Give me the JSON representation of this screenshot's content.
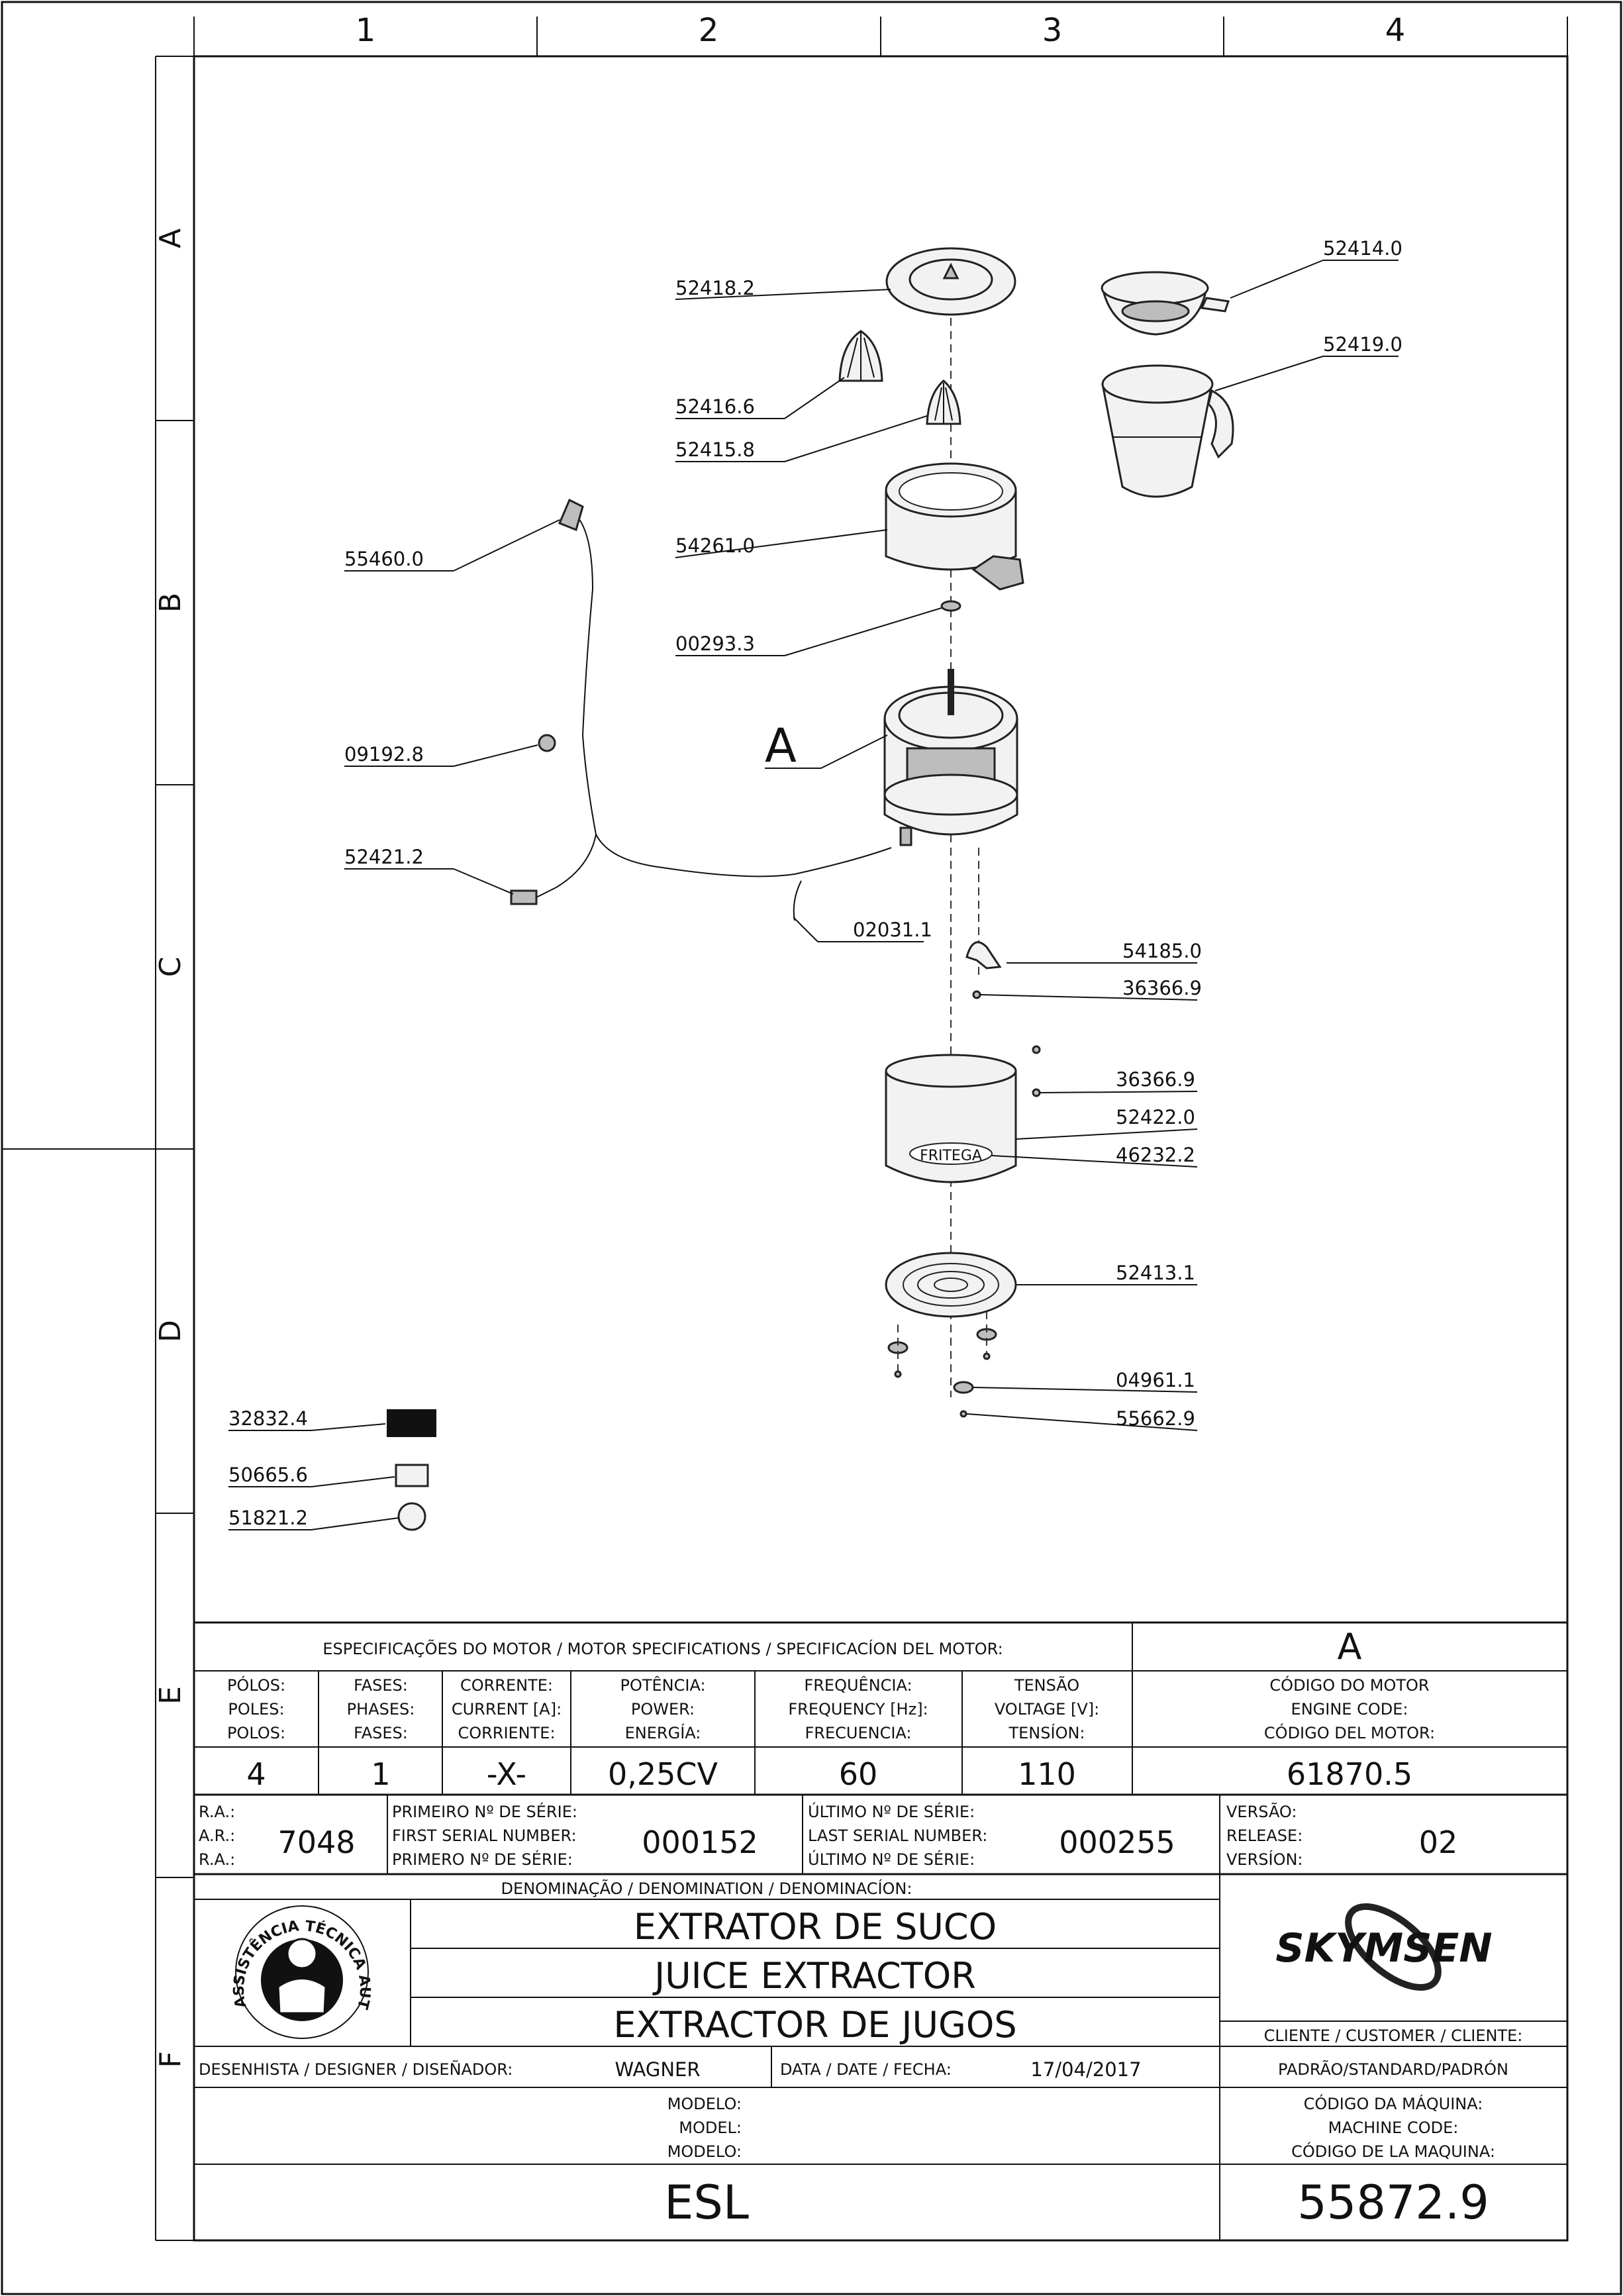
{
  "grid": {
    "columns": [
      "1",
      "2",
      "3",
      "4"
    ],
    "rows": [
      "A",
      "B",
      "C",
      "D",
      "E",
      "F"
    ]
  },
  "parts": [
    {
      "key": "p52418_2",
      "label": "52418.2"
    },
    {
      "key": "p52416_6",
      "label": "52416.6"
    },
    {
      "key": "p52415_8",
      "label": "52415.8"
    },
    {
      "key": "p54261_0",
      "label": "54261.0"
    },
    {
      "key": "p00293_3",
      "label": "00293.3"
    },
    {
      "key": "pA",
      "label": "A"
    },
    {
      "key": "p52414_0",
      "label": "52414.0"
    },
    {
      "key": "p52419_0",
      "label": "52419.0"
    },
    {
      "key": "p55460_0",
      "label": "55460.0"
    },
    {
      "key": "p09192_8",
      "label": "09192.8"
    },
    {
      "key": "p52421_2",
      "label": "52421.2"
    },
    {
      "key": "p02031_1",
      "label": "02031.1"
    },
    {
      "key": "p54185_0",
      "label": "54185.0"
    },
    {
      "key": "p36366_9a",
      "label": "36366.9"
    },
    {
      "key": "p36366_9b",
      "label": "36366.9"
    },
    {
      "key": "p52422_0",
      "label": "52422.0"
    },
    {
      "key": "p46232_2",
      "label": "46232.2"
    },
    {
      "key": "p52413_1",
      "label": "52413.1"
    },
    {
      "key": "p04961_1",
      "label": "04961.1"
    },
    {
      "key": "p55662_9",
      "label": "55662.9"
    },
    {
      "key": "p32832_4",
      "label": "32832.4"
    },
    {
      "key": "p50665_6",
      "label": "50665.6"
    },
    {
      "key": "p51821_2",
      "label": "51821.2"
    }
  ],
  "housing_brand": "FRITEGA",
  "motor": {
    "title": "ESPECIFICAÇÕES DO MOTOR / MOTOR SPECIFICATIONS / SPECIFICACÍON DEL MOTOR:",
    "code_letter": "A",
    "cols": [
      {
        "h1": "PÓLOS:",
        "h2": "POLES:",
        "h3": "POLOS:",
        "value": "4"
      },
      {
        "h1": "FASES:",
        "h2": "PHASES:",
        "h3": "FASES:",
        "value": "1"
      },
      {
        "h1": "CORRENTE:",
        "h2": "CURRENT [A]:",
        "h3": "CORRIENTE:",
        "value": "-X-"
      },
      {
        "h1": "POTÊNCIA:",
        "h2": "POWER:",
        "h3": "ENERGÍA:",
        "value": "0,25CV"
      },
      {
        "h1": "FREQUÊNCIA:",
        "h2": "FREQUENCY [Hz]:",
        "h3": "FRECUENCIA:",
        "value": "60"
      },
      {
        "h1": "TENSÃO",
        "h2": "VOLTAGE [V]:",
        "h3": "TENSÍON:",
        "value": "110"
      },
      {
        "h1": "CÓDIGO DO MOTOR",
        "h2": "ENGINE CODE:",
        "h3": "CÓDIGO DEL MOTOR:",
        "value": "61870.5"
      }
    ]
  },
  "serial": {
    "ra_labels": [
      "R.A.:",
      "A.R.:",
      "R.A.:"
    ],
    "ra_value": "7048",
    "first_labels": [
      "PRIMEIRO Nº DE SÉRIE:",
      "FIRST SERIAL NUMBER:",
      "PRIMERO Nº DE SÉRIE:"
    ],
    "first_value": "000152",
    "last_labels": [
      "ÚLTIMO Nº DE SÉRIE:",
      "LAST SERIAL NUMBER:",
      "ÚLTIMO Nº DE SÉRIE:"
    ],
    "last_value": "000255",
    "version_labels": [
      "VERSÃO:",
      "RELEASE:",
      "VERSÍON:"
    ],
    "version_value": "02"
  },
  "denomination": {
    "header": "DENOMINAÇÃO / DENOMINATION / DENOMINACÍON:",
    "pt": "EXTRATOR DE SUCO",
    "en": "JUICE EXTRACTOR",
    "es": "EXTRACTOR DE JUGOS"
  },
  "stamp_text": "ASSISTÊNCIA TÉCNICA AUTORIZADA",
  "brand": "SKYMSEN",
  "designer": {
    "label": "DESENHISTA / DESIGNER / DISEÑADOR:",
    "value": "WAGNER"
  },
  "date": {
    "label": "DATA / DATE / FECHA:",
    "value": "17/04/2017"
  },
  "customer": {
    "label": "CLIENTE / CUSTOMER / CLIENTE:",
    "value": "PADRÃO/STANDARD/PADRÓN"
  },
  "model": {
    "labels": [
      "MODELO:",
      "MODEL:",
      "MODELO:"
    ],
    "value": "ESL"
  },
  "machine_code": {
    "labels": [
      "CÓDIGO DA MÁQUINA:",
      "MACHINE CODE:",
      "CÓDIGO DE LA MAQUINA:"
    ],
    "value": "55872.9"
  }
}
